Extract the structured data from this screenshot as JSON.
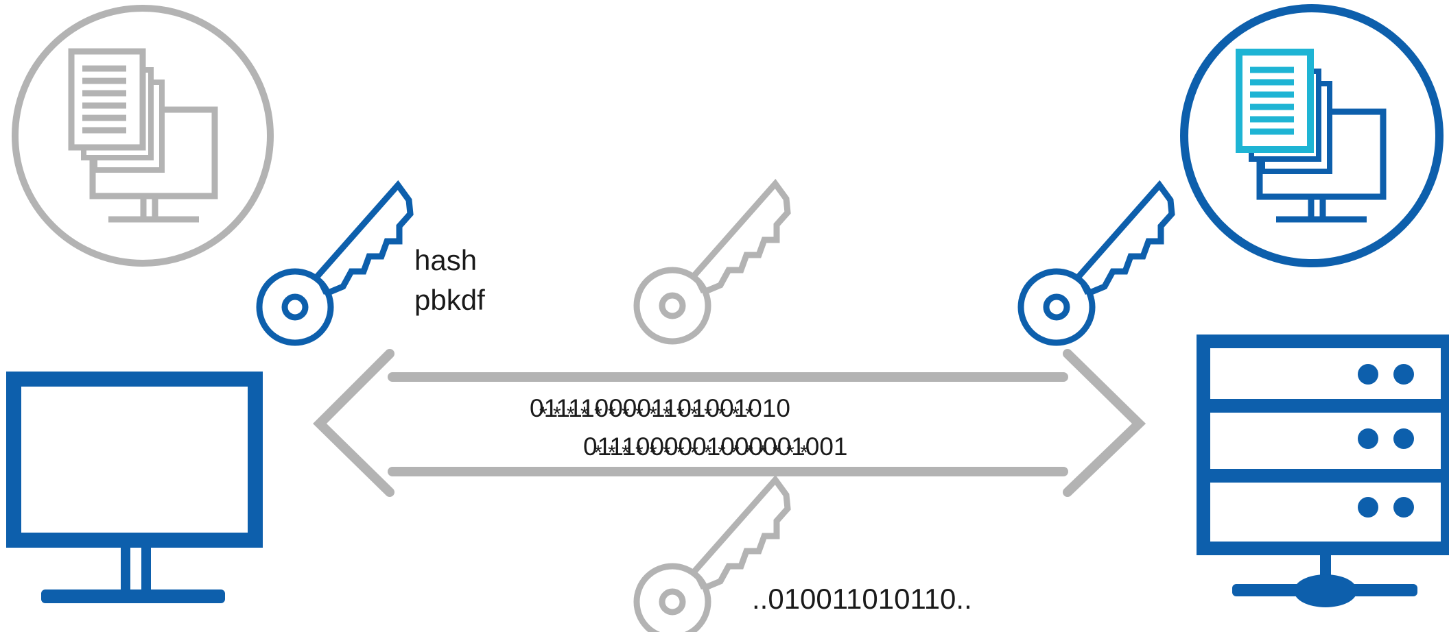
{
  "colors": {
    "primary_blue": "#0d5fac",
    "accent_cyan": "#1eb4d4",
    "muted_gray": "#b3b3b3",
    "text": "#1a1a1a"
  },
  "icons": {
    "remote_computer_gray": "remote-desktop-icon",
    "remote_computer_blue": "remote-desktop-icon",
    "client_monitor": "monitor-icon",
    "server": "server-rack-icon",
    "key": "key-icon",
    "channel": "double-headed-arrow-icon"
  },
  "labels": {
    "hash": "hash",
    "pbkdf": "pbkdf",
    "upper_bits": "01111000011010010 10",
    "upper_bits_text": "0111100001101001010",
    "lower_bits_text": "0111000001000001001",
    "key_bits": "..010011010110.."
  },
  "overlay": {
    "upper_stars": "* * * * * * * * * * * * * * * *",
    "lower_stars": "* * * * * * * * * * * * * * * *"
  }
}
